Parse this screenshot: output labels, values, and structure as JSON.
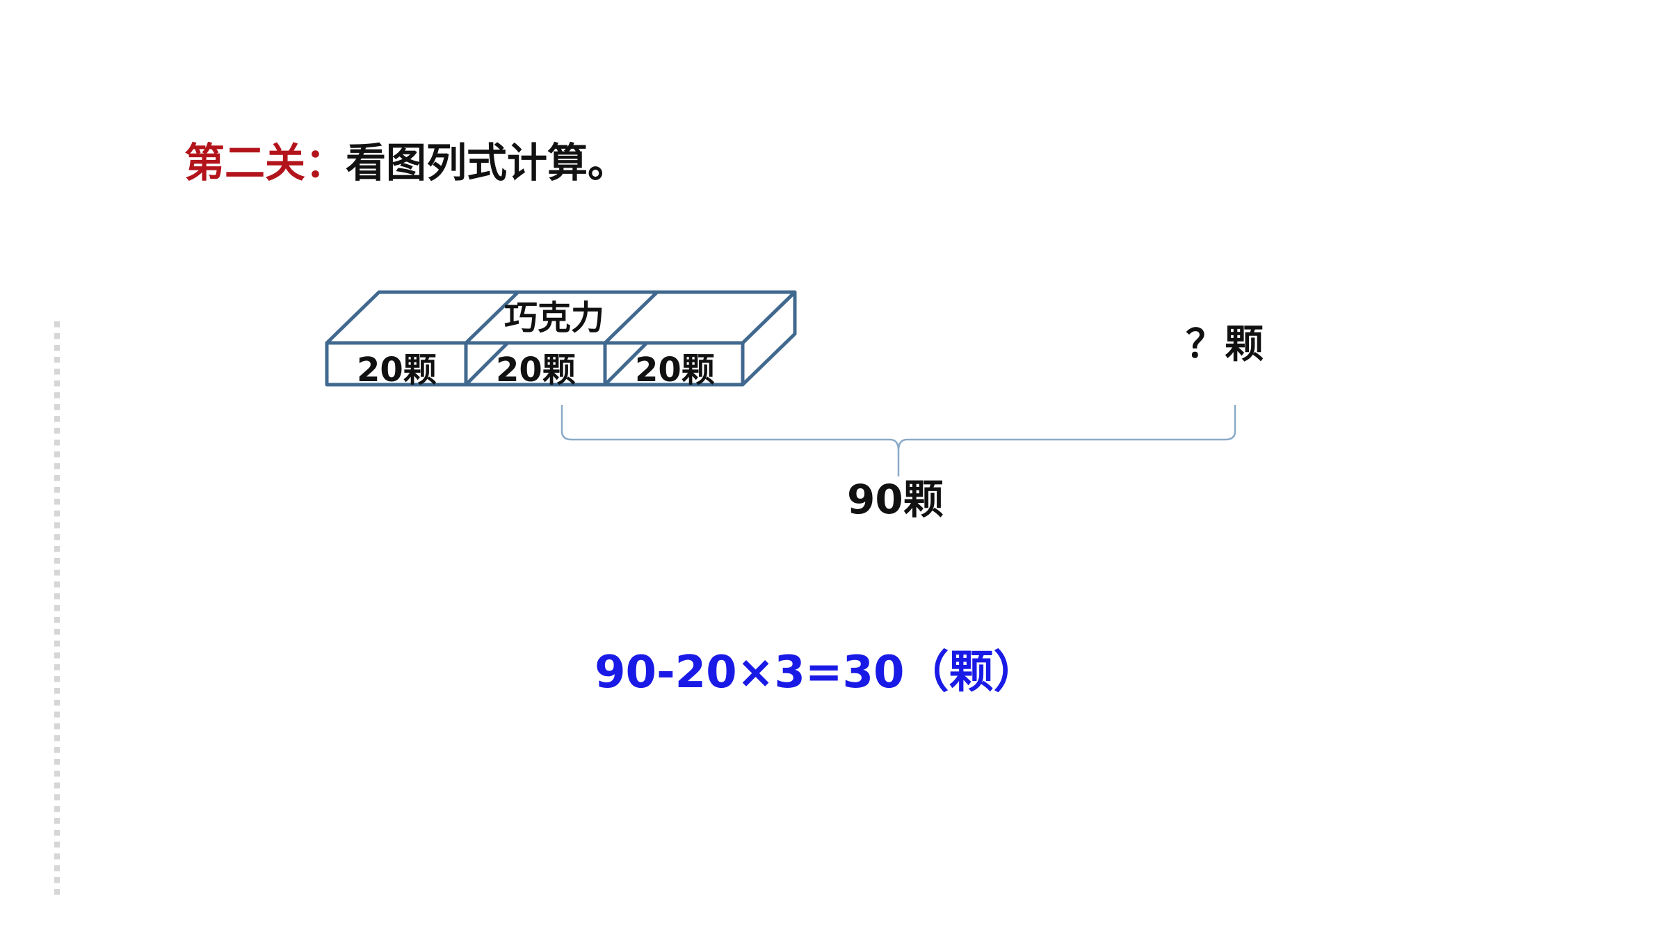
{
  "title": {
    "lead": "第二关：",
    "rest": "看图列式计算。"
  },
  "diagram": {
    "box_label": "巧克力",
    "cells": [
      "20颗",
      "20颗",
      "20颗"
    ],
    "unknown_label": "？颗",
    "total_label": "90颗"
  },
  "answer": {
    "equation": "90-20×3=30（颗）"
  },
  "colors": {
    "title_accent": "#b3141b",
    "box_stroke": "#41698f",
    "brace": "#8aaac8",
    "equation": "#1a1ae6"
  }
}
